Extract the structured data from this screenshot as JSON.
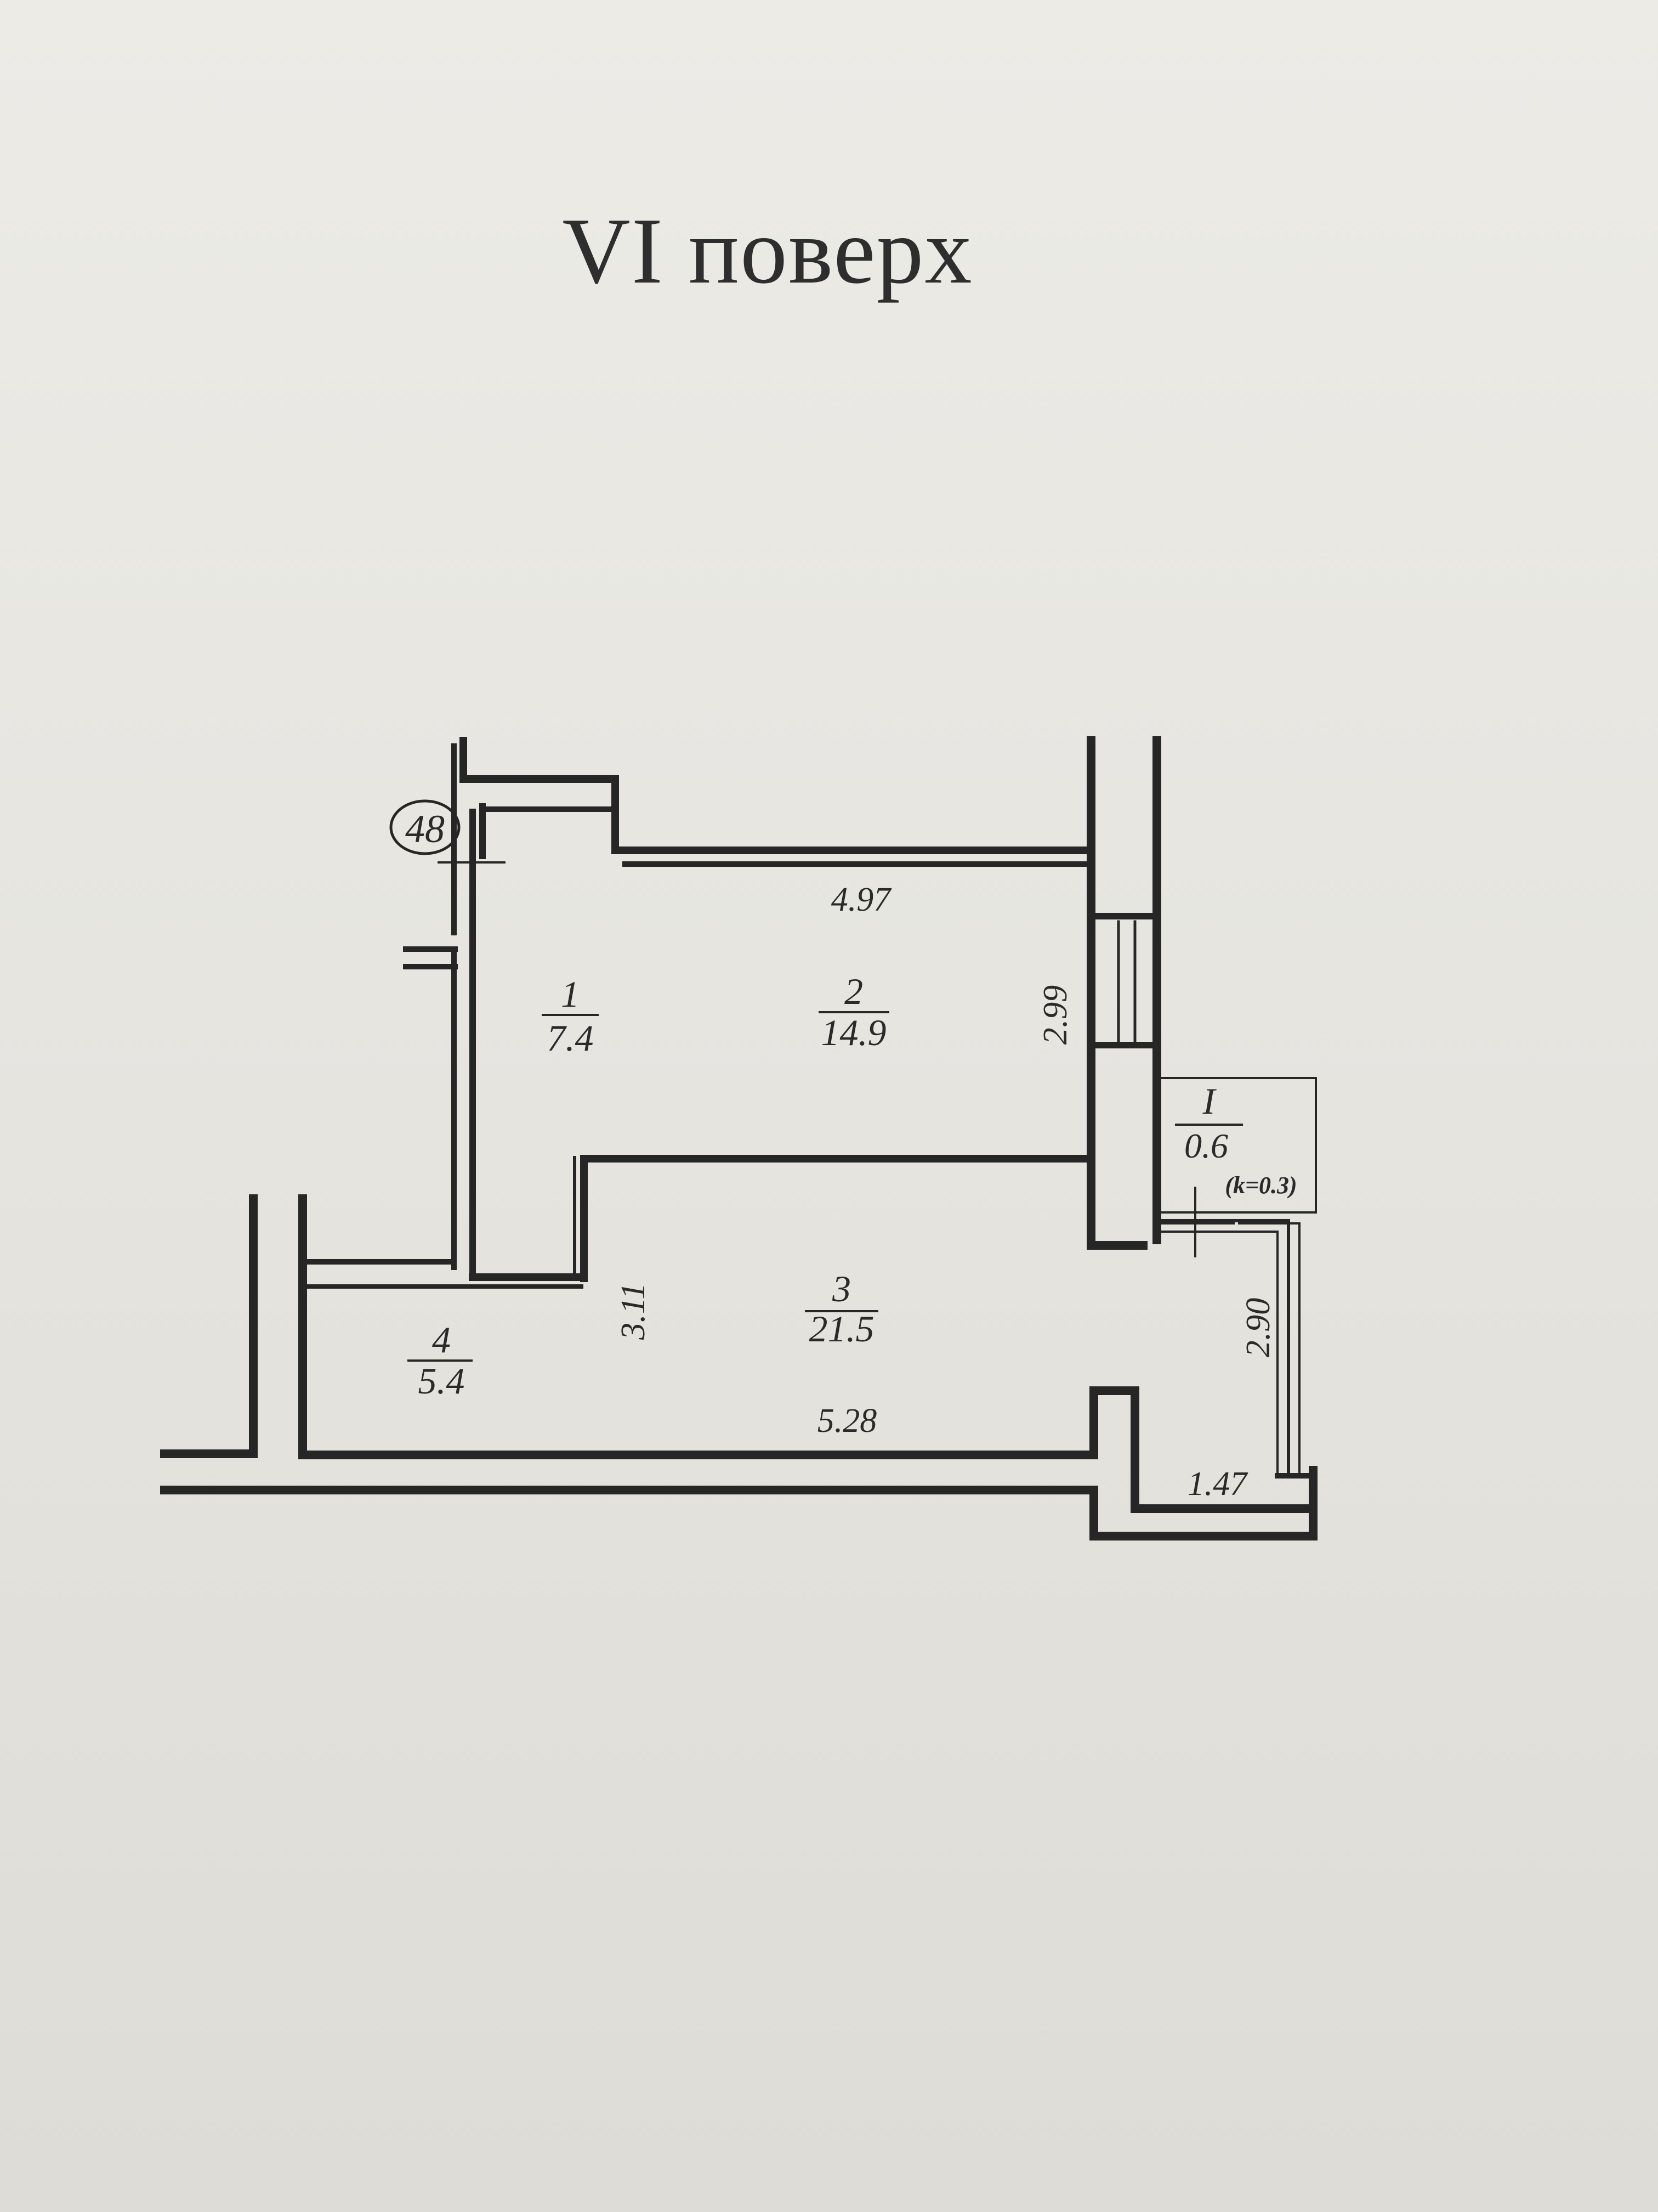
{
  "floor_title": "VI поверх",
  "apartment_number": "48",
  "rooms": [
    {
      "number": "1",
      "area": "7.4"
    },
    {
      "number": "2",
      "area": "14.9"
    },
    {
      "number": "3",
      "area": "21.5"
    },
    {
      "number": "4",
      "area": "5.4"
    }
  ],
  "balcony": {
    "number": "I",
    "area": "0.6",
    "coefficient": "(k=0.3)"
  },
  "dimensions": {
    "room2_width": "4.97",
    "room2_depth": "2.99",
    "room3_depth": "3.11",
    "room3_width": "5.28",
    "balcony_depth": "2.90",
    "balcony_width": "1.47"
  }
}
